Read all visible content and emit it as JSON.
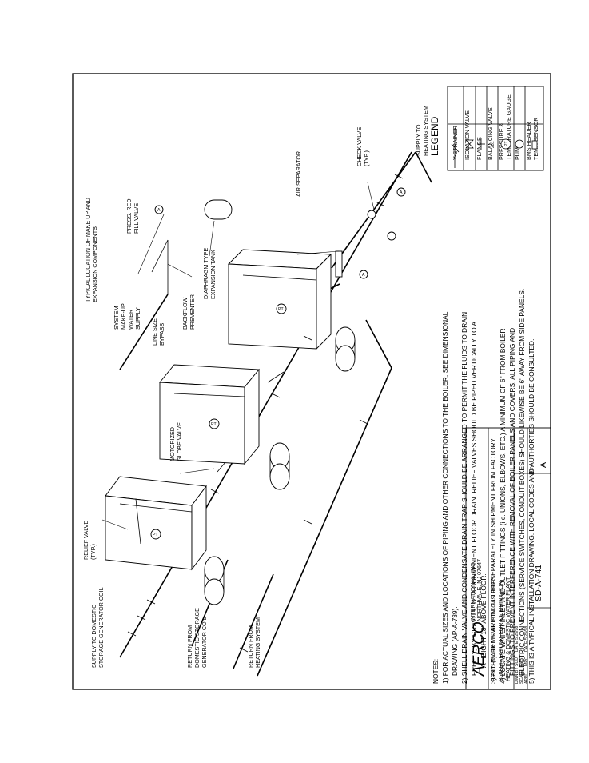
{
  "legend": {
    "title": "LEGEND",
    "items": [
      {
        "label": "Y-STRAINER",
        "icon": "y-strainer-icon"
      },
      {
        "label": "ISOLATION VALVE",
        "icon": "isolation-valve-icon"
      },
      {
        "label": "FLANGE",
        "icon": "flange-icon"
      },
      {
        "label": "BALANCING VALVE",
        "icon": "balancing-valve-icon",
        "mark": "281"
      },
      {
        "label": "PRESSURE &",
        "label2": "TEMPERATURE GAUGE",
        "icon": "pressure-gauge-icon",
        "mark": "PT"
      },
      {
        "label": "PUMP",
        "icon": "pump-icon"
      },
      {
        "label": "BMS HEADER",
        "label2": "TEMP. SENSOR",
        "icon": "temp-sensor-icon"
      }
    ]
  },
  "title_block": {
    "company": "AERCO",
    "company_name": "INTERNATIONAL, INC.",
    "company_addr": "NORTHVALE, NJ  07647",
    "desc1": "BENCHMARK 1.5 MIL. BTU GAS FIRED",
    "desc2": "BOILER LAYOUT FOR COMBINATION",
    "desc3": "HEATING & DOMESTIC WATER PLANT",
    "drwn": "DWN BY",
    "drwn_val": "SCD",
    "date_lbl": "DATE",
    "date_val": "5/25/98",
    "scale": "SCALE",
    "scale_val": "NTS",
    "appd": "APPD.",
    "appd_val": "MRC",
    "date2_val": "5/25/98",
    "dwg_no": "SD-A-741",
    "rev_lbl": "REV.",
    "rev_val": "A"
  },
  "callouts": {
    "supply_domestic": [
      "SUPPLY TO DOMESTIC",
      "STORAGE GENERATOR COIL"
    ],
    "relief_valve": [
      "RELIEF VALVE",
      "(TYP.)"
    ],
    "return_domestic": [
      "RETURN FROM",
      "DOMESTIC STORAGE",
      "GENERATOR COIL"
    ],
    "return_heating": [
      "RETURN FROM",
      "HEATING SYSTEM"
    ],
    "motorized_globe": [
      "MOTORIZED",
      "GLOBE VALVE"
    ],
    "line_size_bypass": [
      "LINE SIZE",
      "BYPASS"
    ],
    "system_makeup": [
      "SYSTEM",
      "MAKE-UP",
      "WATER",
      "SUPPLY"
    ],
    "backflow": [
      "BACKFLOW",
      "PREVENTER"
    ],
    "diaphragm": [
      "DIAPHRAGM TYPE",
      "EXPANSION TANK"
    ],
    "typical_location": [
      "TYPICAL LOCATION OF MAKE UP AND",
      "EXPANSION COMPONENTS"
    ],
    "press_red": [
      "PRESS. RED.",
      "FILL VALVE"
    ],
    "air_separator": [
      "AIR SEPARATOR"
    ],
    "check_valve": [
      "CHECK VALVE",
      "(TYP.)"
    ],
    "supply_heating": [
      "SUPPLY TO",
      "HEATING SYSTEM"
    ]
  },
  "gauge_marks": {
    "pt": "PT",
    "a": "A"
  },
  "notes": {
    "heading": "NOTES:",
    "lines": [
      "1) FOR ACTUAL SIZES AND LOCATIONS OF PIPING AND OTHER CONNECTIONS TO THE BOILER, SEE DIMENSIONAL",
      "DRAWING (AP-A-739).",
      "2) SHELL DRAIN VALVE AND CONDENSATE DRAIN TRAP SHOULD BE ARRANGED TO PERMIT THE FLUIDS TO DRAIN",
      "FREELY, BY GRAVITY, TO A CONVENIENT FLOOR DRAIN.  RELIEF VALVES SHOULD BE PIPED VERTICALLY TO A",
      "A HEIGHT 18\" ABOVE FLOOR.",
      "3) ALL (*) ITEMS ARE INCLUDED SEPARATELY IN SHIPMENT FROM FACTORY.",
      "4) LOCATE WATER INLET AND OUTLET FITTINGS (i.e. UNIONS, ELBOWS, ETC.) A MINIMUM OF 6\" FROM BOILER",
      "FITTINGS TO PREVENT INTERFERENCE WITH REMOVAL OF BOILER PANELS AND COVERS.  ALL PIPING AND",
      "ELECTRIC CONNECTIONS (SERVICE SWITCHES, CONDUIT BOXES) SHOULD LIKEWISE BE 6\" AWAY FROM SIDE PANELS.",
      "5) THIS IS A TYPICAL INSTALLATION DRAWING.  LOCAL CODES AND AUTHORTIES SHOULD BE CONSULTED."
    ]
  }
}
